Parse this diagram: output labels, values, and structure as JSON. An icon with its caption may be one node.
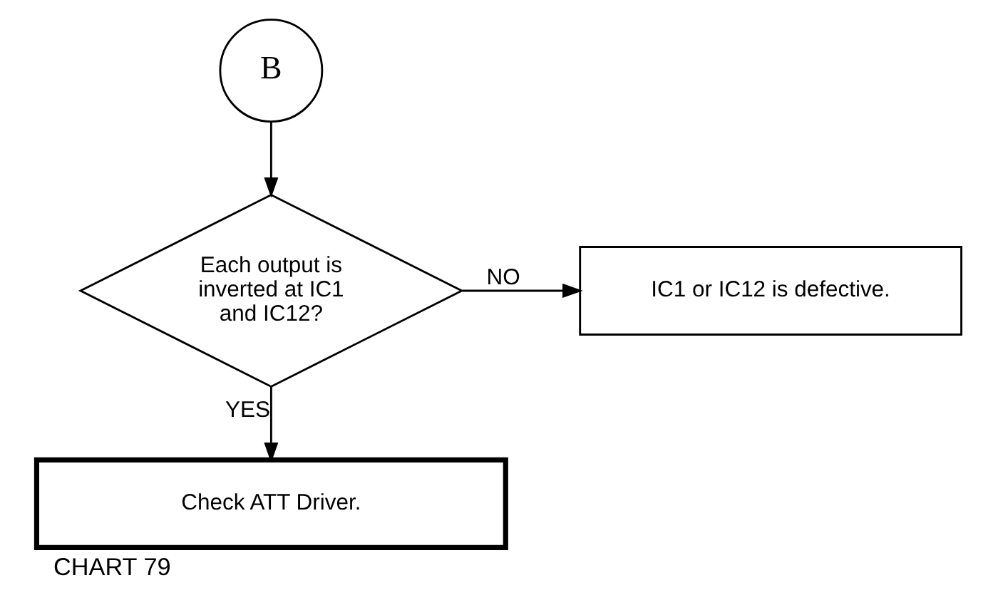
{
  "diagram": {
    "caption": "CHART 79",
    "nodes": [
      {
        "text": [
          "B"
        ]
      },
      {
        "text": [
          "Each output is inverted at IC1 and IC12?"
        ]
      },
      {
        "text": [
          "IC1 or IC12 is defective."
        ]
      },
      {
        "text": [
          "Check ATT Driver."
        ]
      }
    ],
    "edges": [
      {
        "from": 0,
        "to": 1,
        "arrow": "to"
      },
      {
        "from": 1,
        "to": 2,
        "arrow": "to",
        "label": "NO"
      },
      {
        "from": 1,
        "to": 3,
        "arrow": "to",
        "label": "YES"
      }
    ]
  }
}
